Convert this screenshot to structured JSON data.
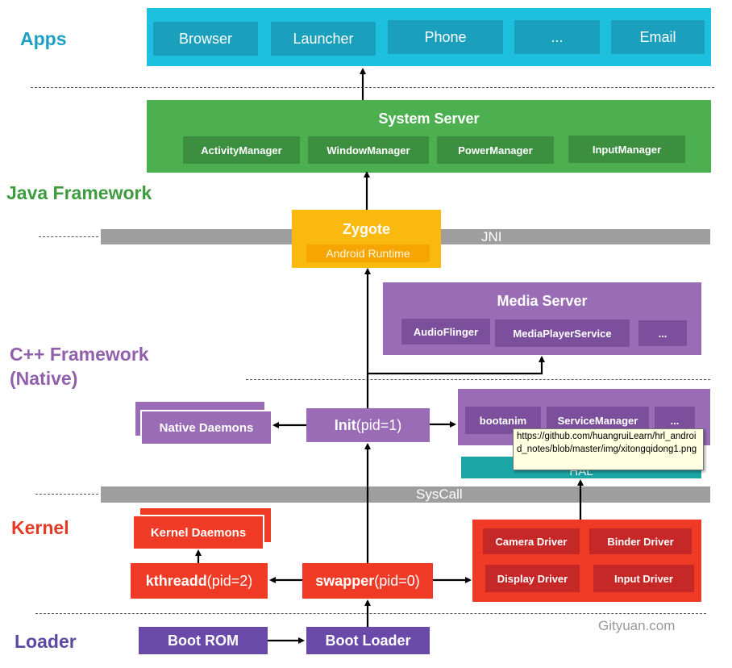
{
  "layers": {
    "apps": "Apps",
    "java": "Java Framework",
    "cpp_line1": "C++ Framework",
    "cpp_line2": "(Native)",
    "kernel": "Kernel",
    "loader": "Loader"
  },
  "apps": [
    "Browser",
    "Launcher",
    "Phone",
    "...",
    "Email"
  ],
  "system_server": {
    "title": "System Server",
    "items": [
      "ActivityManager",
      "WindowManager",
      "PowerManager",
      "InputManager"
    ]
  },
  "zygote": {
    "title": "Zygote",
    "runtime": "Android Runtime"
  },
  "jni": "JNI",
  "media_server": {
    "title": "Media Server",
    "items": [
      "AudioFlinger",
      "MediaPlayerService",
      "..."
    ]
  },
  "native_daemons": "Native Daemons",
  "init": {
    "name": "Init",
    "pid": "(pid=1)"
  },
  "native_services": [
    "bootanim",
    "ServiceManager",
    "..."
  ],
  "hal": "HAL",
  "syscall": "SysCall",
  "kernel_daemons": "Kernel Daemons",
  "kthreadd": {
    "name": "kthreadd",
    "pid": "(pid=2)"
  },
  "swapper": {
    "name": "swapper",
    "pid": "(pid=0)"
  },
  "drivers": [
    "Camera Driver",
    "Binder Driver",
    "Display Driver",
    "Input Driver"
  ],
  "boot_rom": "Boot ROM",
  "boot_loader": "Boot Loader",
  "watermark": "Gityuan.com",
  "tooltip": "https://github.com/huangruiLearn/hrl_android_notes/blob/master/img/xitongqidong1.png",
  "colors": {
    "apps": "#1ec0e0",
    "apps_item": "#1a9fbd",
    "java": "#4caf50",
    "java_item": "#3d8f40",
    "zygote": "#f9b90f",
    "native": "#9b6cb6",
    "native_item": "#7c4f9c",
    "kernel": "#ef3b26",
    "kernel_item": "#c62828",
    "loader": "#6a4aa8",
    "hal": "#1ba5a5",
    "bar": "#9e9e9e"
  }
}
